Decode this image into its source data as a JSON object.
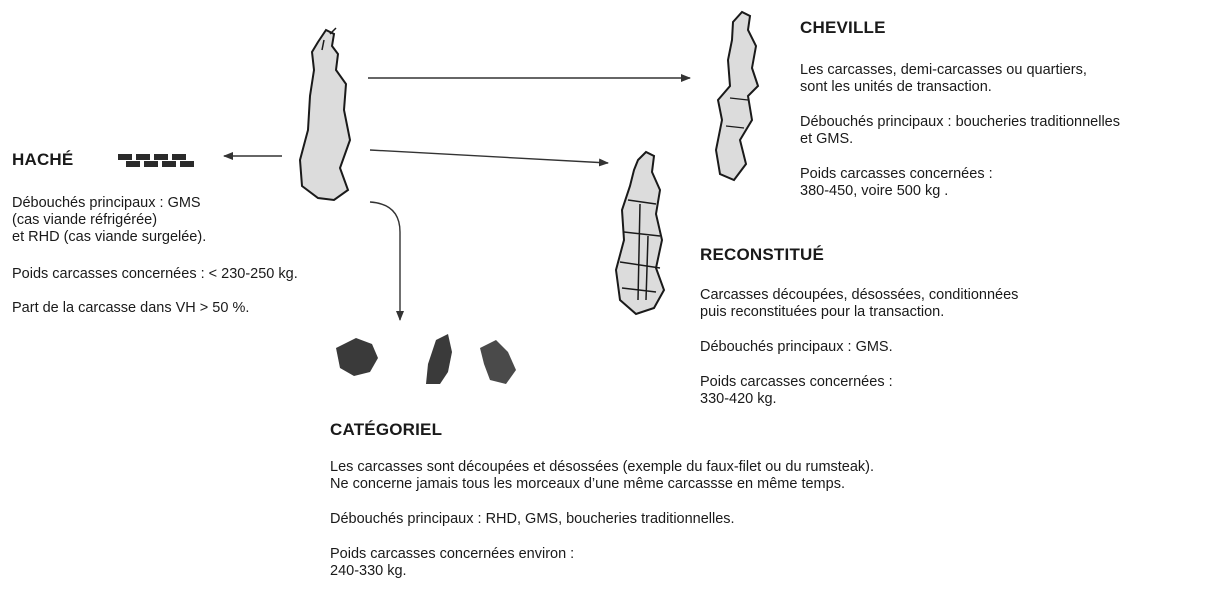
{
  "hache": {
    "title": "HACHÉ",
    "para1": [
      "Débouchés principaux : GMS",
      "(cas viande réfrigérée)",
      "et RHD (cas viande surgelée)."
    ],
    "para2": [
      "Poids carcasses concernées : < 230-250 kg."
    ],
    "para3": [
      "Part  de la carcasse dans VH > 50 %."
    ]
  },
  "cheville": {
    "title": "CHEVILLE",
    "para1": [
      "Les carcasses, demi-carcasses ou quartiers,",
      "sont les unités de transaction."
    ],
    "para2": [
      "Débouchés principaux : boucheries traditionnelles",
      "et GMS."
    ],
    "para3": [
      "Poids carcasses concernées :",
      "380-450, voire 500 kg ."
    ]
  },
  "reconstitue": {
    "title": "RECONSTITUÉ",
    "para1": [
      "Carcasses découpées, désossées, conditionnées",
      "puis reconstituées pour la transaction."
    ],
    "para2": [
      "Débouchés principaux : GMS."
    ],
    "para3": [
      "Poids carcasses concernées :",
      "330-420 kg."
    ]
  },
  "categoriel": {
    "title": "CATÉGORIEL",
    "para1": [
      "Les carcasses sont découpées et désossées (exemple du faux-filet ou du rumsteak).",
      "Ne concerne jamais tous les morceaux d’une même carcassse en même temps."
    ],
    "para2": [
      "Débouchés principaux : RHD, GMS, boucheries traditionnelles."
    ],
    "para3": [
      "Poids carcasses concernées environ :",
      "240-330 kg."
    ]
  },
  "colors": {
    "carcass_fill": "#dcdcdc",
    "outline": "#1a1a1a",
    "cut_fill": "#3a3a3a",
    "arrow": "#333333"
  }
}
